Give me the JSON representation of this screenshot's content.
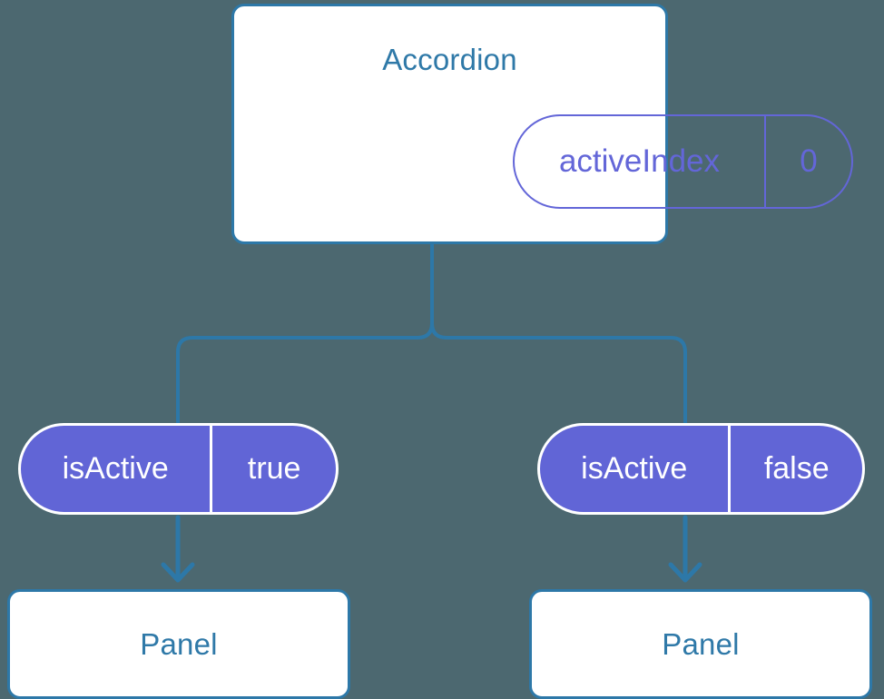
{
  "diagram": {
    "title": "Accordion component state tree",
    "background_color": "#4c6870",
    "edge_color": "#2d78a8",
    "card_border_color": "#2d78a8",
    "card_title_color": "#2f79a8",
    "pill_outline_color": "#6366d8",
    "pill_fill_color": "#6165d6",
    "pill_text_color": "#ffffff"
  },
  "root": {
    "label": "Accordion",
    "state": {
      "key": "activeIndex",
      "value": "0"
    }
  },
  "branches": [
    {
      "side": "left",
      "prop": {
        "key": "isActive",
        "value": "true"
      },
      "child": {
        "label": "Panel"
      }
    },
    {
      "side": "right",
      "prop": {
        "key": "isActive",
        "value": "false"
      },
      "child": {
        "label": "Panel"
      }
    }
  ],
  "connectors": {
    "trunk_name": "accordion-to-branches",
    "left_arrow_name": "arrow-left-pill-to-panel",
    "right_arrow_name": "arrow-right-pill-to-panel"
  }
}
